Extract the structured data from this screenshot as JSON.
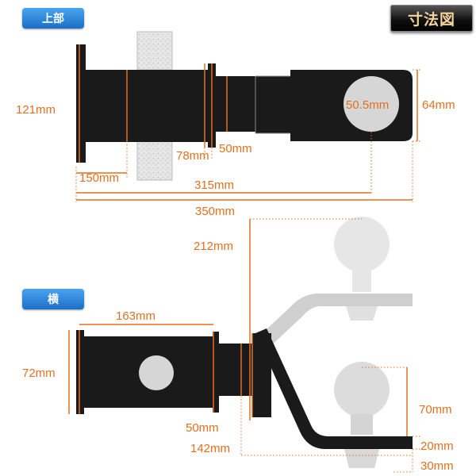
{
  "header": {
    "top_section_label": "上部",
    "side_section_label": "横",
    "title": "寸法図"
  },
  "top_view": {
    "dim_121": "121mm",
    "dim_150": "150mm",
    "dim_78": "78mm",
    "dim_50": "50mm",
    "dim_50_5": "50.5mm",
    "dim_64": "64mm",
    "dim_315": "315mm",
    "dim_350": "350mm"
  },
  "side_view": {
    "dim_212": "212mm",
    "dim_163": "163mm",
    "dim_72": "72mm",
    "dim_50": "50mm",
    "dim_142": "142mm",
    "dim_70": "70mm",
    "dim_20": "20mm",
    "dim_30": "30mm"
  },
  "colors": {
    "dimension": "#e2701e",
    "body": "#1a1a1a",
    "ghost": "#cfcfcf",
    "badge": "#2a86dc"
  }
}
